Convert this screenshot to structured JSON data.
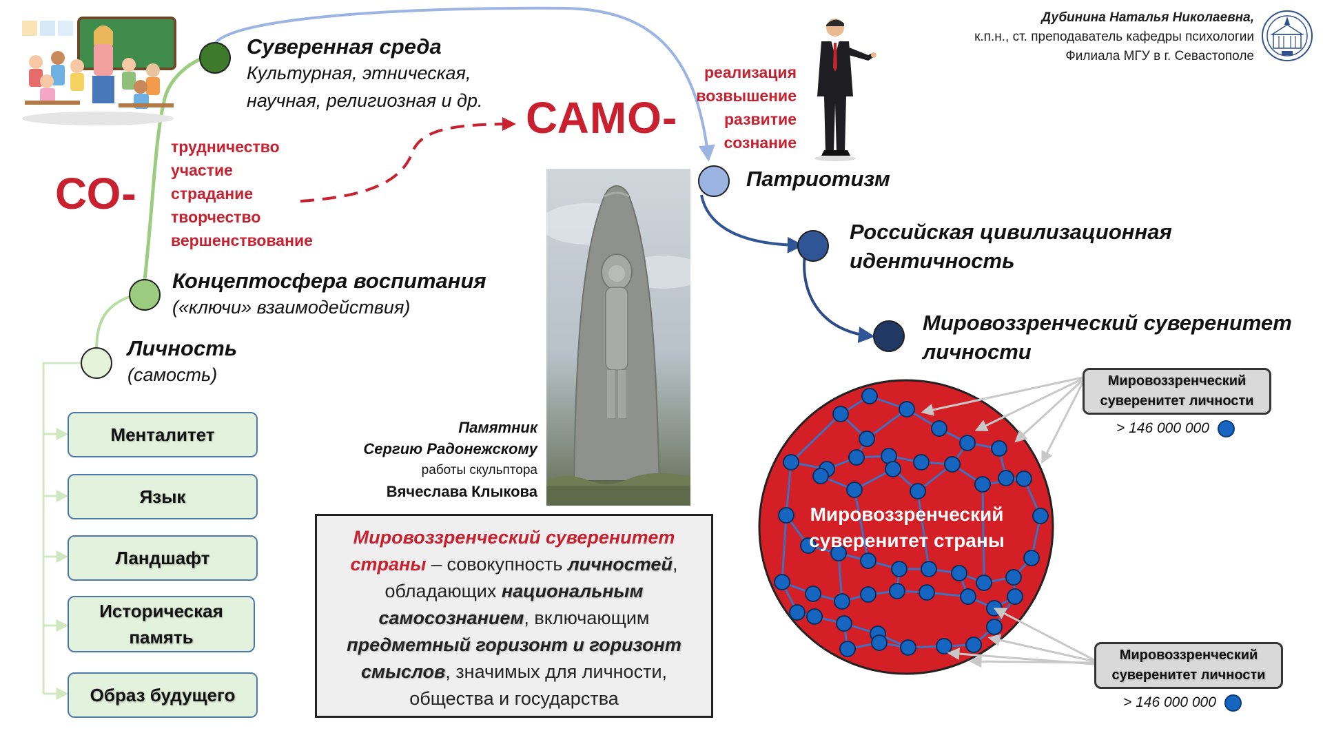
{
  "author": {
    "name": "Дубинина Наталья Николаевна,",
    "line2": "к.п.н., ст. преподаватель кафедры психологии",
    "line3": "Филиала МГУ в г. Севастополе"
  },
  "prefix_co": "СО-",
  "prefix_samo": "САМО-",
  "nodes": {
    "lichnost": {
      "title": "Личность",
      "sub": "(самость)"
    },
    "konceptosfera": {
      "title": "Концептосфера воспитания",
      "sub": "(«ключи» взаимодействия)"
    },
    "sreda": {
      "title": "Суверенная среда",
      "sub1": "Культурная, этническая,",
      "sub2": "научная, религиозная и др."
    },
    "patriotizm": {
      "title": "Патриотизм"
    },
    "identichnost": {
      "title1": "Российская цивилизационная",
      "title2": "идентичность"
    },
    "suverenitet": {
      "title1": "Мировоззренческий суверенитет",
      "title2": "личности"
    }
  },
  "co_list": [
    "трудничество",
    "участие",
    "страдание",
    "творчество",
    "вершенствование"
  ],
  "samo_list": [
    "реализация",
    "возвышение",
    "развитие",
    "сознание"
  ],
  "pillars": [
    "Менталитет",
    "Язык",
    "Ландшафт",
    "Историческая память",
    "Образ будущего"
  ],
  "caption": {
    "line1": "Памятник",
    "line2": "Сергию Радонежскому",
    "line3": "работы скульптора",
    "line4": "Вячеслава Клыкова"
  },
  "definition": {
    "term": "Мировоззренческий суверенитет страны",
    "p1": " – совокупность ",
    "e1": "личностей",
    "p2": ", обладающих ",
    "e2": "национальным самосознанием",
    "p3": ", включающим ",
    "e3": "предметный горизонт и горизонт смыслов",
    "p4": ", значимых для личности, общества и государства"
  },
  "country": {
    "line1": "Мировоззренческий",
    "line2": "суверенитет страны"
  },
  "side_boxes": [
    {
      "line1": "Мировоззренческий",
      "line2": "суверенитет личности",
      "count": "> 146 000 000"
    },
    {
      "line1": "Мировоззренческий",
      "line2": "суверенитет личности",
      "count": "> 146 000 000"
    }
  ],
  "colors": {
    "accent_red": "#c8202e",
    "circle_red": "#d51f26",
    "green_light": "#e4f3da",
    "green_mid": "#9ccc80",
    "green_dark": "#3e7a2b",
    "blue_light": "#9cb4e2",
    "blue_mid": "#2f5597",
    "blue_dark": "#1f3864",
    "dot_blue": "#1665c0"
  }
}
